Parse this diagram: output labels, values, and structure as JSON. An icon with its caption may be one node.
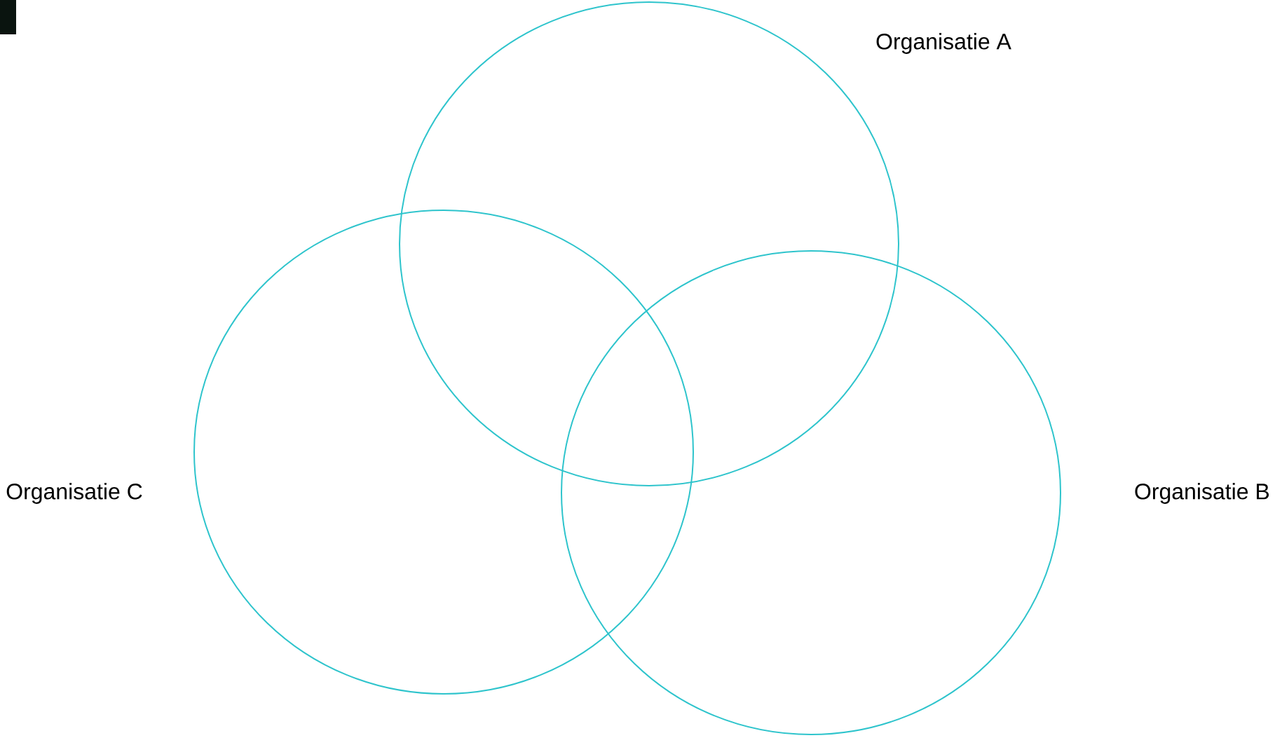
{
  "diagram": {
    "nodes": [
      {
        "text": [
          "Organisatie A"
        ]
      },
      {
        "text": [
          "Organisatie B"
        ]
      },
      {
        "text": [
          "Organisatie C"
        ]
      }
    ]
  }
}
